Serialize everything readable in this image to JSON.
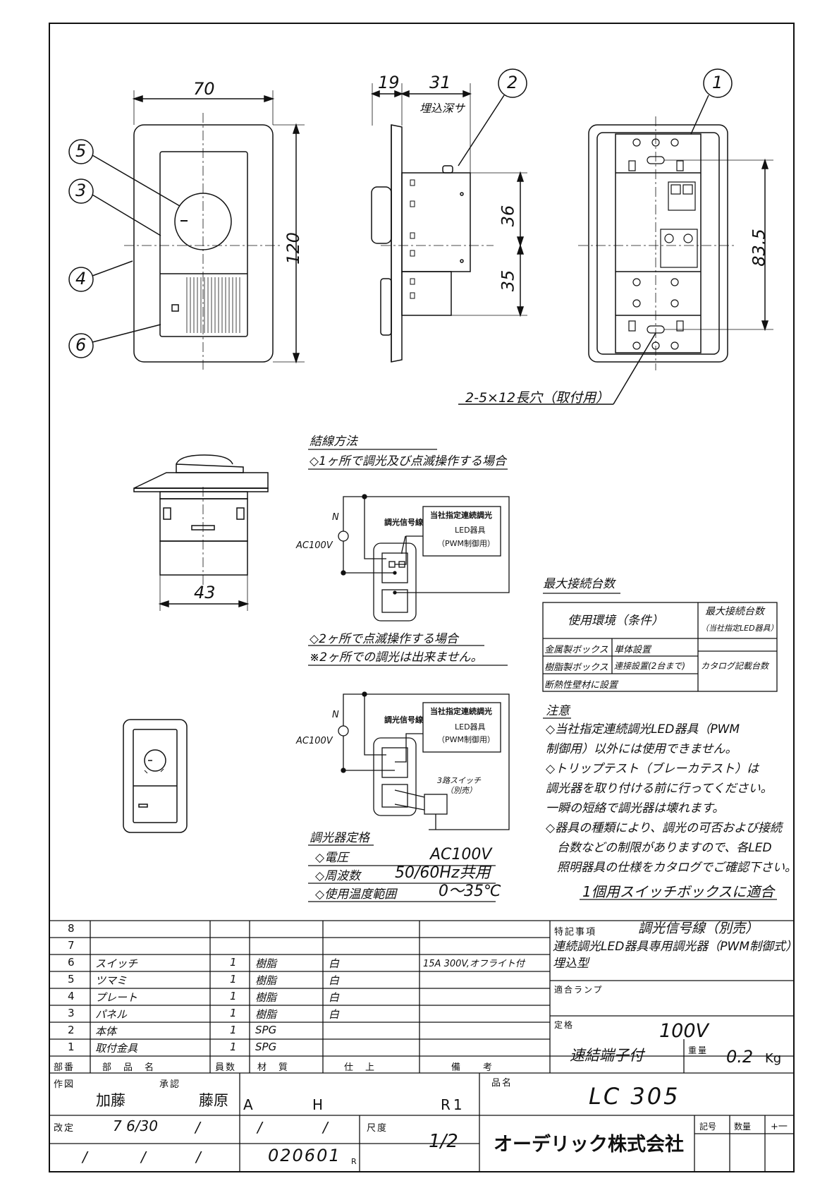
{
  "dimensions": {
    "front_width": "70",
    "front_height": "120",
    "side_plate": "19",
    "side_depth": "31",
    "side_label": "埋込深サ",
    "side_upper": "36",
    "side_lower": "35",
    "back_pitch": "83.5",
    "bottom_width": "43",
    "mount_hole": "2-5×12長穴（取付用）"
  },
  "callouts": [
    "1",
    "2",
    "3",
    "4",
    "5",
    "6"
  ],
  "wiring": {
    "title": "結線方法",
    "case1": "◇1ヶ所で調光及び点滅操作する場合",
    "case2_line1": "◇2ヶ所で点滅操作する場合",
    "case2_line2": "※2ヶ所での調光は出来ません。",
    "n": "N",
    "ac": "AC100V",
    "signal_line": "調光信号線",
    "fixture_1": "当社指定連続調光",
    "fixture_2": "LED器具",
    "fixture_3": "（PWM制御用）",
    "three_way_1": "3路スイッチ",
    "three_way_2": "（別売）"
  },
  "max_connect": {
    "title": "最大接続台数",
    "col1": "使用環境（条件）",
    "col2_1": "最大接続台数",
    "col2_2": "（当社指定LED器具）",
    "row1_a": "金属製ボックス",
    "row1_b": "単体設置",
    "row2_a": "樹脂製ボックス",
    "row2_b": "連接設置(2台まで)",
    "row3": "断熱性壁材に設置",
    "value": "カタログ記載台数"
  },
  "caution": {
    "title": "注意",
    "lines": [
      "◇当社指定連続調光LED器具（PWM",
      "制御用）以外には使用できません。",
      "◇トリップテスト（ブレーカテスト）は",
      "調光器を取り付ける前に行ってください。",
      "一瞬の短絡で調光器は壊れます。",
      "◇器具の種類により、調光の可否および接続",
      "台数などの制限がありますので、各LED",
      "照明器具の仕様をカタログでご確認下さい。"
    ]
  },
  "rating": {
    "title": "調光器定格",
    "voltage_label": "◇電圧",
    "voltage": "AC100V",
    "freq_label": "◇周波数",
    "freq": "50/60Hz共用",
    "temp_label": "◇使用温度範囲",
    "temp": "0～35℃"
  },
  "fits": "1個用スイッチボックスに適合",
  "parts": {
    "rows": [
      {
        "no": "8",
        "name": "",
        "qty": "",
        "material": "",
        "finish": "",
        "remark": ""
      },
      {
        "no": "7",
        "name": "",
        "qty": "",
        "material": "",
        "finish": "",
        "remark": ""
      },
      {
        "no": "6",
        "name": "スイッチ",
        "qty": "1",
        "material": "樹脂",
        "finish": "白",
        "remark": "15A 300V,オフライト付"
      },
      {
        "no": "5",
        "name": "ツマミ",
        "qty": "1",
        "material": "樹脂",
        "finish": "白",
        "remark": ""
      },
      {
        "no": "4",
        "name": "プレート",
        "qty": "1",
        "material": "樹脂",
        "finish": "白",
        "remark": ""
      },
      {
        "no": "3",
        "name": "パネル",
        "qty": "1",
        "material": "樹脂",
        "finish": "白",
        "remark": ""
      },
      {
        "no": "2",
        "name": "本体",
        "qty": "1",
        "material": "SPG",
        "finish": "",
        "remark": ""
      },
      {
        "no": "1",
        "name": "取付金具",
        "qty": "1",
        "material": "SPG",
        "finish": "",
        "remark": ""
      }
    ],
    "header": {
      "no": "部番",
      "name": "部　品　名",
      "qty": "員数",
      "material": "材　質",
      "finish": "仕　上",
      "remark": "備　　考"
    }
  },
  "spec": {
    "label": "特記事項",
    "line1": "調光信号線（別売）",
    "line2": "連続調光LED器具専用調光器（PWM制御式）",
    "line3": "埋込型",
    "lamp_label": "適合ランプ",
    "rating_label": "定格",
    "rating_value": "100V",
    "terminal": "速結端子付",
    "weight_label": "重量",
    "weight_value": "0.2",
    "weight_unit": "Kg"
  },
  "title_block": {
    "drawn_label": "作図",
    "drawn_by": "加藤",
    "approved_label": "承認",
    "approved_by": "藤原",
    "code_a": "A",
    "code_h": "H",
    "rev": "R1",
    "name_label": "品名",
    "product": "LC 305",
    "revision_label": "改定",
    "revision_date": "7 6/30",
    "slash": "/",
    "scale_label": "尺度",
    "scale": "1/2",
    "drawing_no": "020601",
    "drawing_no_suffix": "R",
    "company": "オーデリック株式会社",
    "sym_label": "記号",
    "qty_label": "数量",
    "dash": "+一"
  }
}
